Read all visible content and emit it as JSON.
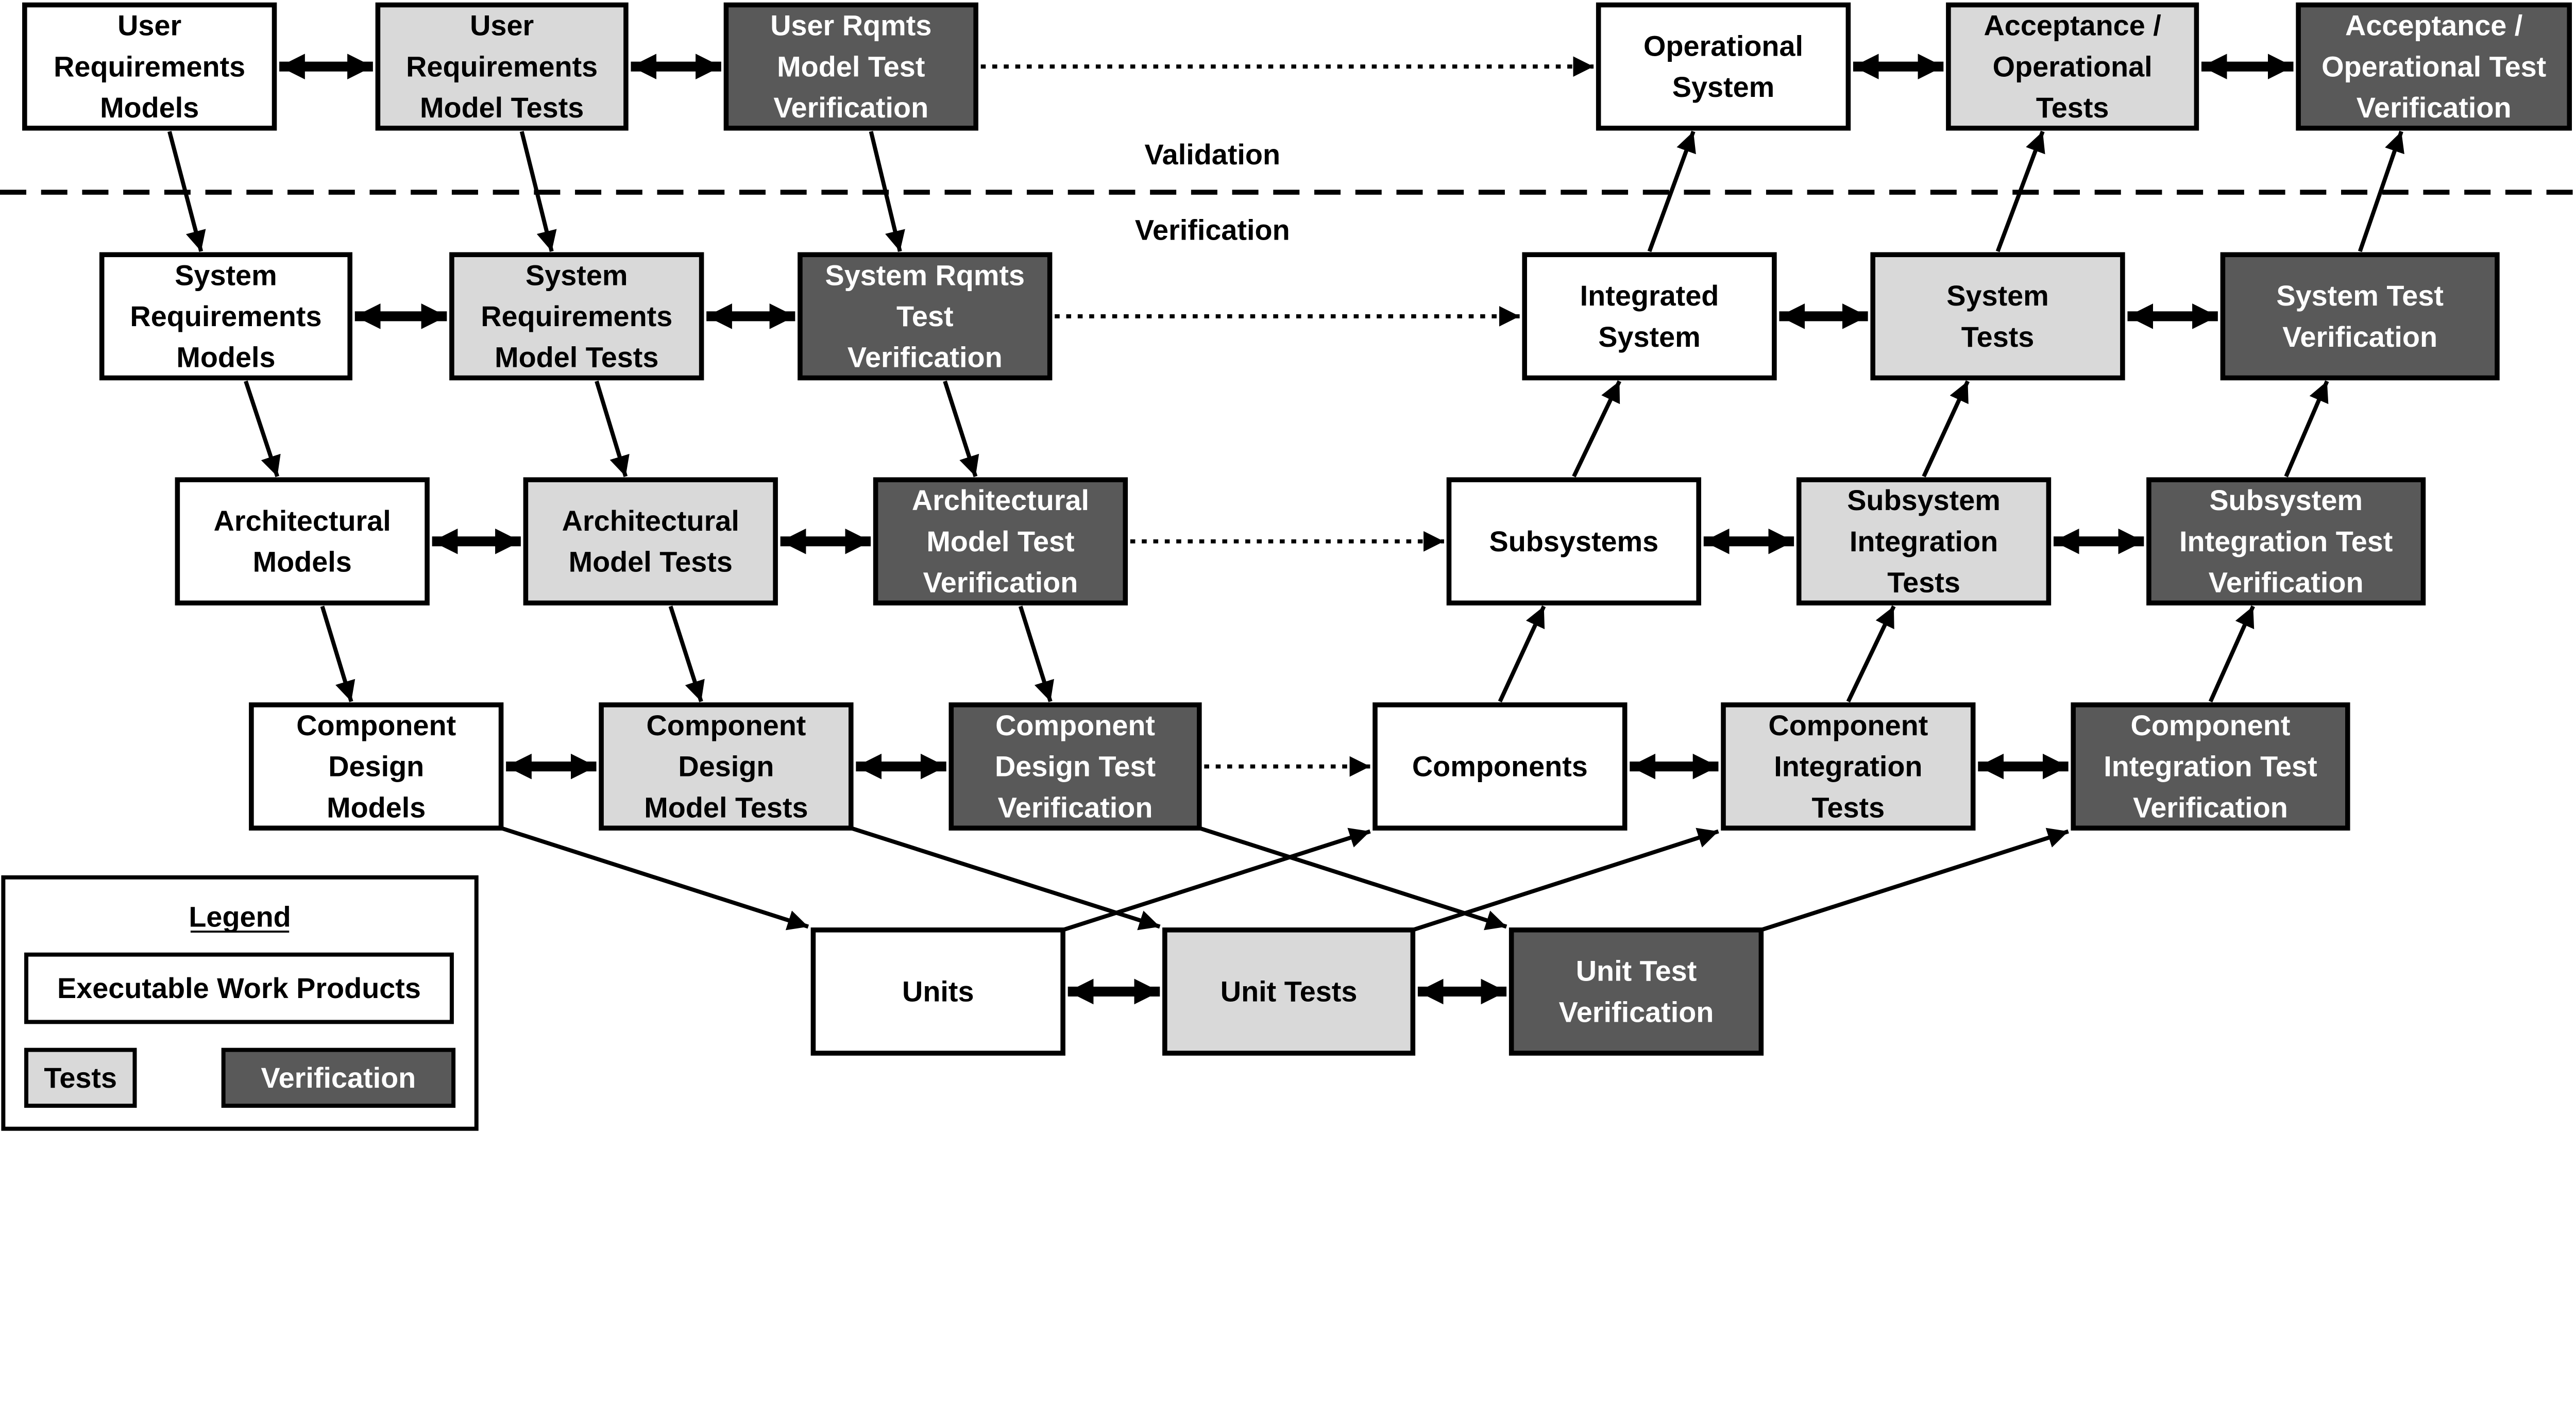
{
  "colors": {
    "executable": "#ffffff",
    "tests": "#d9d9d9",
    "verification": "#595959",
    "line": "#000000"
  },
  "divider": {
    "above_label": "Validation",
    "below_label": "Verification"
  },
  "boxes": [
    {
      "id": "urm",
      "kind": "executable",
      "lines": [
        "User",
        "Requirements",
        "Models"
      ]
    },
    {
      "id": "urmt",
      "kind": "tests",
      "lines": [
        "User",
        "Requirements",
        "Model Tests"
      ]
    },
    {
      "id": "urmtv",
      "kind": "verification",
      "lines": [
        "User Rqmts",
        "Model Test",
        "Verification"
      ]
    },
    {
      "id": "ops",
      "kind": "executable",
      "lines": [
        "Operational",
        "System"
      ]
    },
    {
      "id": "acc",
      "kind": "tests",
      "lines": [
        "Acceptance /",
        "Operational",
        "Tests"
      ]
    },
    {
      "id": "accv",
      "kind": "verification",
      "lines": [
        "Acceptance /",
        "Operational Test",
        "Verification"
      ]
    },
    {
      "id": "srm",
      "kind": "executable",
      "lines": [
        "System",
        "Requirements",
        "Models"
      ]
    },
    {
      "id": "srmt",
      "kind": "tests",
      "lines": [
        "System",
        "Requirements",
        "Model Tests"
      ]
    },
    {
      "id": "srtv",
      "kind": "verification",
      "lines": [
        "System Rqmts",
        "Test",
        "Verification"
      ]
    },
    {
      "id": "ints",
      "kind": "executable",
      "lines": [
        "Integrated",
        "System"
      ]
    },
    {
      "id": "syst",
      "kind": "tests",
      "lines": [
        "System",
        "Tests"
      ]
    },
    {
      "id": "systv",
      "kind": "verification",
      "lines": [
        "System Test",
        "Verification"
      ]
    },
    {
      "id": "arm",
      "kind": "executable",
      "lines": [
        "Architectural",
        "Models"
      ]
    },
    {
      "id": "armt",
      "kind": "tests",
      "lines": [
        "Architectural",
        "Model Tests"
      ]
    },
    {
      "id": "armtv",
      "kind": "verification",
      "lines": [
        "Architectural",
        "Model Test",
        "Verification"
      ]
    },
    {
      "id": "subs",
      "kind": "executable",
      "lines": [
        "Subsystems"
      ]
    },
    {
      "id": "subit",
      "kind": "tests",
      "lines": [
        "Subsystem",
        "Integration",
        "Tests"
      ]
    },
    {
      "id": "subitv",
      "kind": "verification",
      "lines": [
        "Subsystem",
        "Integration Test",
        "Verification"
      ]
    },
    {
      "id": "cdm",
      "kind": "executable",
      "lines": [
        "Component",
        "Design",
        "Models"
      ]
    },
    {
      "id": "cdmt",
      "kind": "tests",
      "lines": [
        "Component",
        "Design",
        "Model Tests"
      ]
    },
    {
      "id": "cdtv",
      "kind": "verification",
      "lines": [
        "Component",
        "Design Test",
        "Verification"
      ]
    },
    {
      "id": "comps",
      "kind": "executable",
      "lines": [
        "Components"
      ]
    },
    {
      "id": "cit",
      "kind": "tests",
      "lines": [
        "Component",
        "Integration",
        "Tests"
      ]
    },
    {
      "id": "citv",
      "kind": "verification",
      "lines": [
        "Component",
        "Integration Test",
        "Verification"
      ]
    },
    {
      "id": "units",
      "kind": "executable",
      "lines": [
        "Units"
      ]
    },
    {
      "id": "ut",
      "kind": "tests",
      "lines": [
        "Unit Tests"
      ]
    },
    {
      "id": "utv",
      "kind": "verification",
      "lines": [
        "Unit Test",
        "Verification"
      ]
    }
  ],
  "edges": [
    {
      "from": "urm",
      "to": "urmt",
      "type": "bidirectional"
    },
    {
      "from": "urmt",
      "to": "urmtv",
      "type": "bidirectional"
    },
    {
      "from": "urmtv",
      "to": "ops",
      "type": "dotted"
    },
    {
      "from": "ops",
      "to": "acc",
      "type": "bidirectional"
    },
    {
      "from": "acc",
      "to": "accv",
      "type": "bidirectional"
    },
    {
      "from": "srm",
      "to": "srmt",
      "type": "bidirectional"
    },
    {
      "from": "srmt",
      "to": "srtv",
      "type": "bidirectional"
    },
    {
      "from": "srtv",
      "to": "ints",
      "type": "dotted"
    },
    {
      "from": "ints",
      "to": "syst",
      "type": "bidirectional"
    },
    {
      "from": "syst",
      "to": "systv",
      "type": "bidirectional"
    },
    {
      "from": "arm",
      "to": "armt",
      "type": "bidirectional"
    },
    {
      "from": "armt",
      "to": "armtv",
      "type": "bidirectional"
    },
    {
      "from": "armtv",
      "to": "subs",
      "type": "dotted"
    },
    {
      "from": "subs",
      "to": "subit",
      "type": "bidirectional"
    },
    {
      "from": "subit",
      "to": "subitv",
      "type": "bidirectional"
    },
    {
      "from": "cdm",
      "to": "cdmt",
      "type": "bidirectional"
    },
    {
      "from": "cdmt",
      "to": "cdtv",
      "type": "bidirectional"
    },
    {
      "from": "cdtv",
      "to": "comps",
      "type": "dotted"
    },
    {
      "from": "comps",
      "to": "cit",
      "type": "bidirectional"
    },
    {
      "from": "cit",
      "to": "citv",
      "type": "bidirectional"
    },
    {
      "from": "units",
      "to": "ut",
      "type": "bidirectional"
    },
    {
      "from": "ut",
      "to": "utv",
      "type": "bidirectional"
    },
    {
      "from": "urm",
      "to": "srm",
      "type": "down"
    },
    {
      "from": "urmt",
      "to": "srmt",
      "type": "down"
    },
    {
      "from": "urmtv",
      "to": "srtv",
      "type": "down"
    },
    {
      "from": "srm",
      "to": "arm",
      "type": "down"
    },
    {
      "from": "srmt",
      "to": "armt",
      "type": "down"
    },
    {
      "from": "srtv",
      "to": "armtv",
      "type": "down"
    },
    {
      "from": "arm",
      "to": "cdm",
      "type": "down"
    },
    {
      "from": "armt",
      "to": "cdmt",
      "type": "down"
    },
    {
      "from": "armtv",
      "to": "cdtv",
      "type": "down"
    },
    {
      "from": "cdm",
      "to": "units",
      "type": "diag-down"
    },
    {
      "from": "cdmt",
      "to": "ut",
      "type": "diag-down"
    },
    {
      "from": "cdtv",
      "to": "utv",
      "type": "diag-down"
    },
    {
      "from": "units",
      "to": "comps",
      "type": "diag-up"
    },
    {
      "from": "ut",
      "to": "cit",
      "type": "diag-up"
    },
    {
      "from": "utv",
      "to": "citv",
      "type": "diag-up"
    },
    {
      "from": "comps",
      "to": "subs",
      "type": "up"
    },
    {
      "from": "cit",
      "to": "subit",
      "type": "up"
    },
    {
      "from": "citv",
      "to": "subitv",
      "type": "up"
    },
    {
      "from": "subs",
      "to": "ints",
      "type": "up"
    },
    {
      "from": "subit",
      "to": "syst",
      "type": "up"
    },
    {
      "from": "subitv",
      "to": "systv",
      "type": "up"
    },
    {
      "from": "ints",
      "to": "ops",
      "type": "up"
    },
    {
      "from": "syst",
      "to": "acc",
      "type": "up"
    },
    {
      "from": "systv",
      "to": "accv",
      "type": "up"
    }
  ],
  "legend": {
    "title": "Legend",
    "items": [
      {
        "kind": "executable",
        "label": "Executable Work Products"
      },
      {
        "kind": "tests",
        "label": "Tests"
      },
      {
        "kind": "verification",
        "label": "Verification"
      }
    ]
  }
}
